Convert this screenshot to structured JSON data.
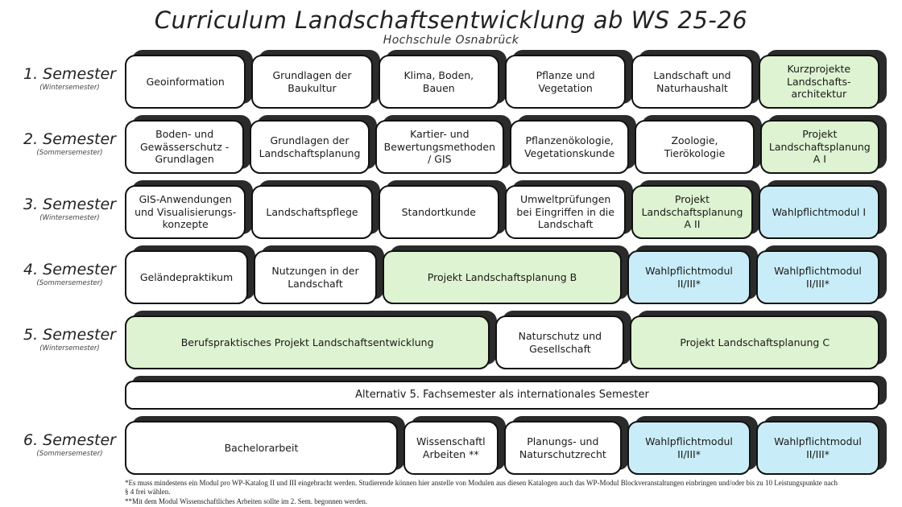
{
  "title": "Curriculum Landschaftsentwicklung ab WS 25-26",
  "subtitle": "Hochschule Osnabrück",
  "colors": {
    "green": "#ddf3d1",
    "blue": "#c9edf8",
    "white": "#ffffff",
    "shadow": "#2b2b2b",
    "border": "#111111"
  },
  "rows": [
    {
      "label": "1. Semester",
      "sublabel": "(Wintersemester)",
      "alt": false,
      "modules": [
        {
          "label": "Geoinformation",
          "color": "white",
          "span": 1
        },
        {
          "label": "Grundlagen der Baukultur",
          "color": "white",
          "span": 1
        },
        {
          "label": "Klima, Boden, Bauen",
          "color": "white",
          "span": 1
        },
        {
          "label": "Pflanze und Vegetation",
          "color": "white",
          "span": 1
        },
        {
          "label": "Landschaft und Naturhaushalt",
          "color": "white",
          "span": 1
        },
        {
          "label": "Kurzprojekte Landschafts-architektur",
          "color": "green",
          "span": 1
        }
      ]
    },
    {
      "label": "2. Semester",
      "sublabel": "(Sommersemester)",
      "alt": false,
      "modules": [
        {
          "label": "Boden- und Gewässerschutz - Grundlagen",
          "color": "white",
          "span": 1
        },
        {
          "label": "Grundlagen der Landschaftsplanung",
          "color": "white",
          "span": 1
        },
        {
          "label": "Kartier- und Bewertungsmethoden / GIS",
          "color": "white",
          "span": 1
        },
        {
          "label": "Pflanzenökologie, Vegetationskunde",
          "color": "white",
          "span": 1
        },
        {
          "label": "Zoologie, Tierökologie",
          "color": "white",
          "span": 1
        },
        {
          "label": "Projekt Landschaftsplanung A I",
          "color": "green",
          "span": 1
        }
      ]
    },
    {
      "label": "3. Semester",
      "sublabel": "(Wintersemester)",
      "alt": false,
      "modules": [
        {
          "label": "GIS-Anwendungen und Visualisierungs-konzepte",
          "color": "white",
          "span": 1
        },
        {
          "label": "Landschaftspflege",
          "color": "white",
          "span": 1
        },
        {
          "label": "Standortkunde",
          "color": "white",
          "span": 1
        },
        {
          "label": "Umweltprüfungen bei Eingriffen in die Landschaft",
          "color": "white",
          "span": 1
        },
        {
          "label": "Projekt Landschaftsplanung A II",
          "color": "green",
          "span": 1
        },
        {
          "label": "Wahlpflichtmodul I",
          "color": "blue",
          "span": 1
        }
      ]
    },
    {
      "label": "4. Semester",
      "sublabel": "(Sommersemester)",
      "alt": false,
      "modules": [
        {
          "label": "Geländepraktikum",
          "color": "white",
          "span": 1
        },
        {
          "label": "Nutzungen in der Landschaft",
          "color": "white",
          "span": 1
        },
        {
          "label": "Projekt Landschaftsplanung B",
          "color": "green",
          "span": 2.1
        },
        {
          "label": "Wahlpflichtmodul II/III*",
          "color": "blue",
          "span": 1
        },
        {
          "label": "Wahlpflichtmodul II/III*",
          "color": "blue",
          "span": 1
        }
      ]
    },
    {
      "label": "5. Semester",
      "sublabel": "(Wintersemester)",
      "alt": false,
      "modules": [
        {
          "label": "Berufspraktisches Projekt Landschaftsentwicklung",
          "color": "green",
          "span": 3.12
        },
        {
          "label": "Naturschutz und Gesellschaft",
          "color": "white",
          "span": 1
        },
        {
          "label": "Projekt Landschaftsplanung C",
          "color": "green",
          "span": 2.08
        }
      ]
    },
    {
      "label": "",
      "sublabel": "",
      "alt": true,
      "modules": [
        {
          "label": "Alternativ 5. Fachsemester als internationales Semester",
          "color": "white",
          "span": 6
        }
      ]
    },
    {
      "label": "6. Semester",
      "sublabel": "(Sommersemester)",
      "alt": false,
      "modules": [
        {
          "label": "Bachelorarbeit",
          "color": "white",
          "span": 2.42
        },
        {
          "label": "Wissenschaftl Arbeiten **",
          "color": "white",
          "span": 0.73
        },
        {
          "label": "Planungs- und Naturschutzrecht",
          "color": "white",
          "span": 0.95
        },
        {
          "label": "Wahlpflichtmodul II/III*",
          "color": "blue",
          "span": 1
        },
        {
          "label": "Wahlpflichtmodul II/III*",
          "color": "blue",
          "span": 1
        }
      ]
    }
  ],
  "footnotes": [
    "*Es muss mindestens ein Modul pro WP-Katalog II und III eingebracht werden. Studierende können hier anstelle von Modulen aus diesen Katalogen auch das WP-Modul Blockveranstaltungen einbringen und/oder bis zu 10 Leistungspunkte nach § 4 frei wählen.",
    "**Mit dem Modul Wissenschaftliches Arbeiten sollte im 2. Sem. begonnen werden."
  ]
}
